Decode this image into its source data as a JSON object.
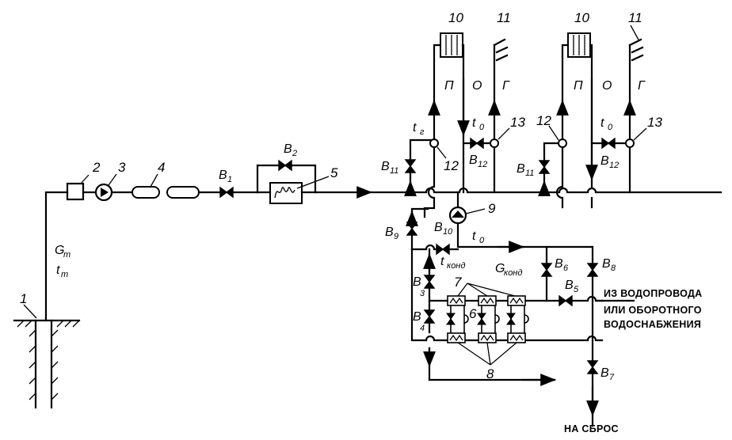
{
  "labels": {
    "n1": "1",
    "n2": "2",
    "n3": "3",
    "n4": "4",
    "n5": "5",
    "n6": "6",
    "n7": "7",
    "n8": "8",
    "n9": "9",
    "n10": "10",
    "n11": "11",
    "n12": "12",
    "n13": "13",
    "G": "G",
    "t": "t",
    "sub_t": "т",
    "sub_g": "г",
    "sub_0": "0",
    "sub_kond": "конд",
    "P": "П",
    "O": "О",
    "Gr": "Г",
    "B": "B",
    "b1": "1",
    "b2": "2",
    "b3": "3",
    "b4": "4",
    "b5": "5",
    "b6": "6",
    "b7": "7",
    "b8": "8",
    "b9": "9",
    "b10": "10",
    "b11": "11",
    "b12": "12",
    "supply_line1": "ИЗ ВОДОПРОВОДА",
    "supply_line2": "ИЛИ ОБОРОТНОГО",
    "supply_line3": "ВОДОСНАБЖЕНИЯ",
    "drain": "НА СБРОС"
  }
}
